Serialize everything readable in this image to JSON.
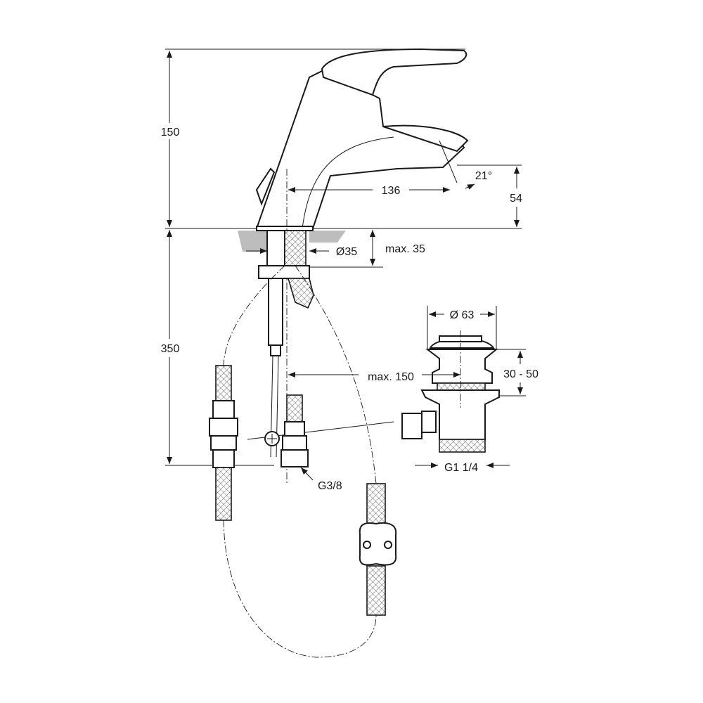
{
  "drawing": {
    "title": "Basin mixer technical dimensions",
    "dimensions": {
      "total_height": "150",
      "spout_reach": "136",
      "spout_angle": "21°",
      "spout_height": "54",
      "hole_diameter": "Ø35",
      "max_deck_thickness": "max. 35",
      "hose_length": "350",
      "waste_diameter": "Ø 63",
      "waste_adjust": "30 - 50",
      "max_offset": "max. 150",
      "inlet_thread": "G3/8",
      "waste_thread": "G1 1/4"
    },
    "colors": {
      "line": "#1a1a1a",
      "deck": "#bdbdbd"
    }
  }
}
